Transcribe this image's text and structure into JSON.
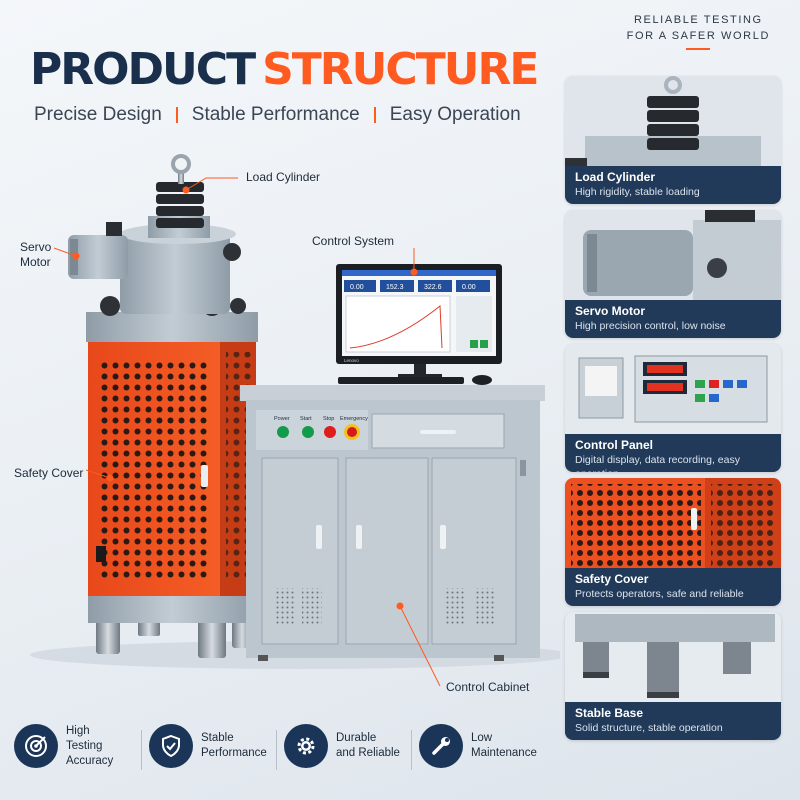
{
  "tagline": [
    "RELIABLE TESTING",
    "FOR A SAFER WORLD"
  ],
  "title": {
    "part1": "PRODUCT",
    "part2": "STRUCTURE"
  },
  "subtitle": [
    "Precise Design",
    "Stable Performance",
    "Easy Operation"
  ],
  "callouts": {
    "load_cylinder": "Load Cylinder",
    "servo_motor_1": "Servo",
    "servo_motor_2": "Motor",
    "control_system": "Control System",
    "safety_cover": "Safety Cover",
    "control_cabinet": "Control Cabinet"
  },
  "monitor": {
    "brand": "Lenovo",
    "readouts": [
      "0.00",
      "152.3",
      "322.6",
      "0.00"
    ]
  },
  "cabinet_buttons": [
    "Power",
    "Start",
    "Stop",
    "Emergency"
  ],
  "cards": [
    {
      "title": "Load Cylinder",
      "desc": "High rigidity, stable loading"
    },
    {
      "title": "Servo Motor",
      "desc": "High precision control, low noise"
    },
    {
      "title": "Control Panel",
      "desc": "Digital display, data recording, easy operation"
    },
    {
      "title": "Safety Cover",
      "desc": "Protects operators, safe and reliable"
    },
    {
      "title": "Stable Base",
      "desc": "Solid structure, stable operation"
    }
  ],
  "features": [
    {
      "l1": "High",
      "l2": "Testing Accuracy",
      "icon": "target-icon"
    },
    {
      "l1": "Stable",
      "l2": "Performance",
      "icon": "shield-check-icon"
    },
    {
      "l1": "Durable",
      "l2": "and Reliable",
      "icon": "gear-icon"
    },
    {
      "l1": "Low",
      "l2": "Maintenance",
      "icon": "wrench-icon"
    }
  ],
  "colors": {
    "accent": "#ff5a1f",
    "navy": "#1a3558",
    "machine_orange": "#f0501e",
    "machine_gray": "#aab6c0"
  }
}
